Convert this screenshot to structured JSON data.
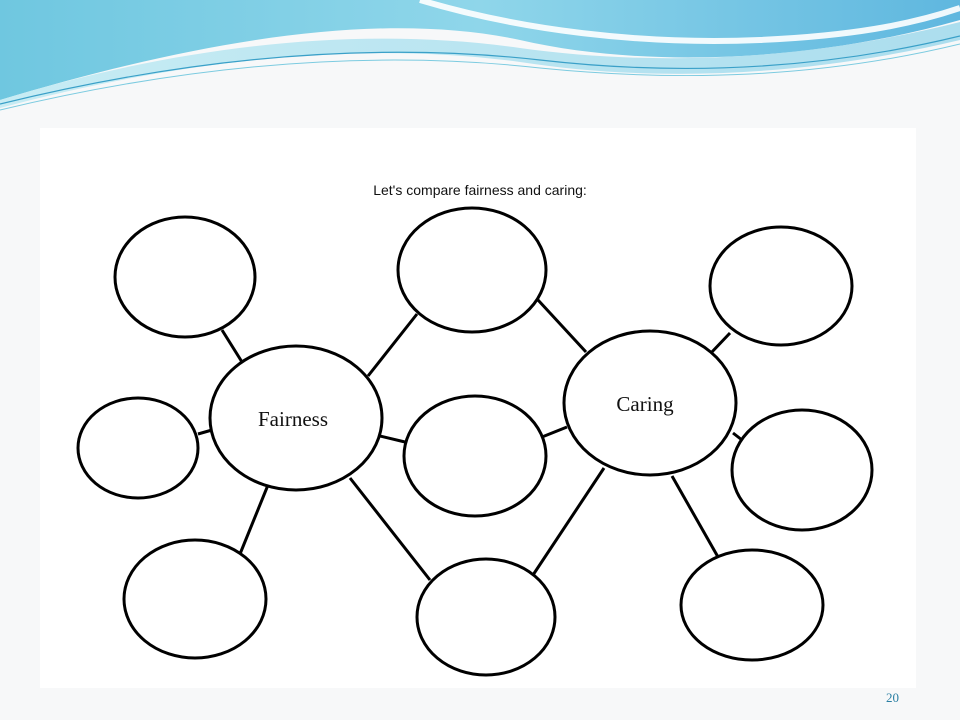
{
  "diagram": {
    "title": "Let's compare fairness and caring:",
    "left_hub_label": "Fairness",
    "right_hub_label": "Caring"
  },
  "slide": {
    "page_number": "20"
  },
  "colors": {
    "wave_dark": "#4fb8d8",
    "wave_light": "#a9e2ee",
    "page_number": "#2a7fa3"
  }
}
